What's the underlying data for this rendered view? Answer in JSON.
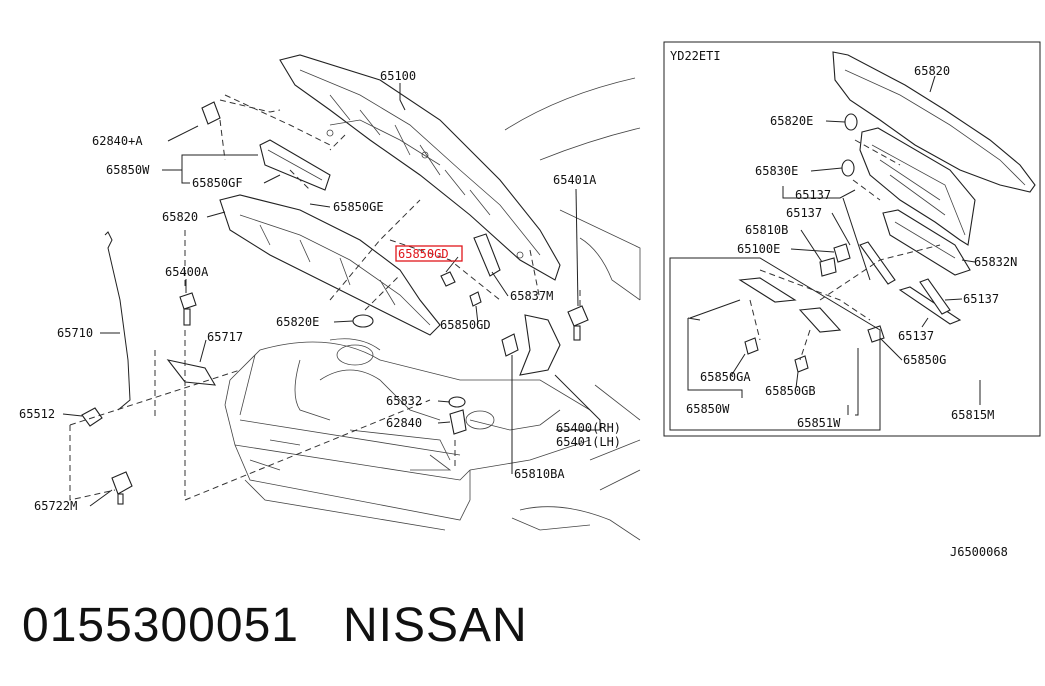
{
  "diagram": {
    "labels": {
      "l65100": "65100",
      "l62840a": "62840+A",
      "l65850w": "65850W",
      "l65850gf": "65850GF",
      "l65850ge": "65850GE",
      "l65820": "65820",
      "l65400a": "65400A",
      "l65710": "65710",
      "l65512": "65512",
      "l65722m": "65722M",
      "l65717": "65717",
      "l65820e": "65820E",
      "l65850gd_hl": "65850GD",
      "l65837m": "65837M",
      "l65850gd": "65850GD",
      "l65401a": "65401A",
      "l65832": "65832",
      "l62840": "62840",
      "l65400rh": "65400(RH)",
      "l65401lh": "65401(LH)",
      "l65810ba": "65810BA"
    },
    "inset": {
      "title": "YD22ETI",
      "labels": {
        "i65820": "65820",
        "i65820e": "65820E",
        "i65830e": "65830E",
        "i65137a": "65137",
        "i65137b": "65137",
        "i65810b": "65810B",
        "i65100e": "65100E",
        "i65832n": "65832N",
        "i65137c": "65137",
        "i65137d": "65137",
        "i65850g": "65850G",
        "i65850ga": "65850GA",
        "i65850w": "65850W",
        "i65850gb": "65850GB",
        "i65851w": "65851W",
        "i65815m": "65815M"
      }
    },
    "drawing_code": "J6500068"
  },
  "footer": {
    "part_number": "0155300051",
    "brand": "NISSAN"
  },
  "colors": {
    "highlight": "#e0161b",
    "line": "#222222"
  }
}
